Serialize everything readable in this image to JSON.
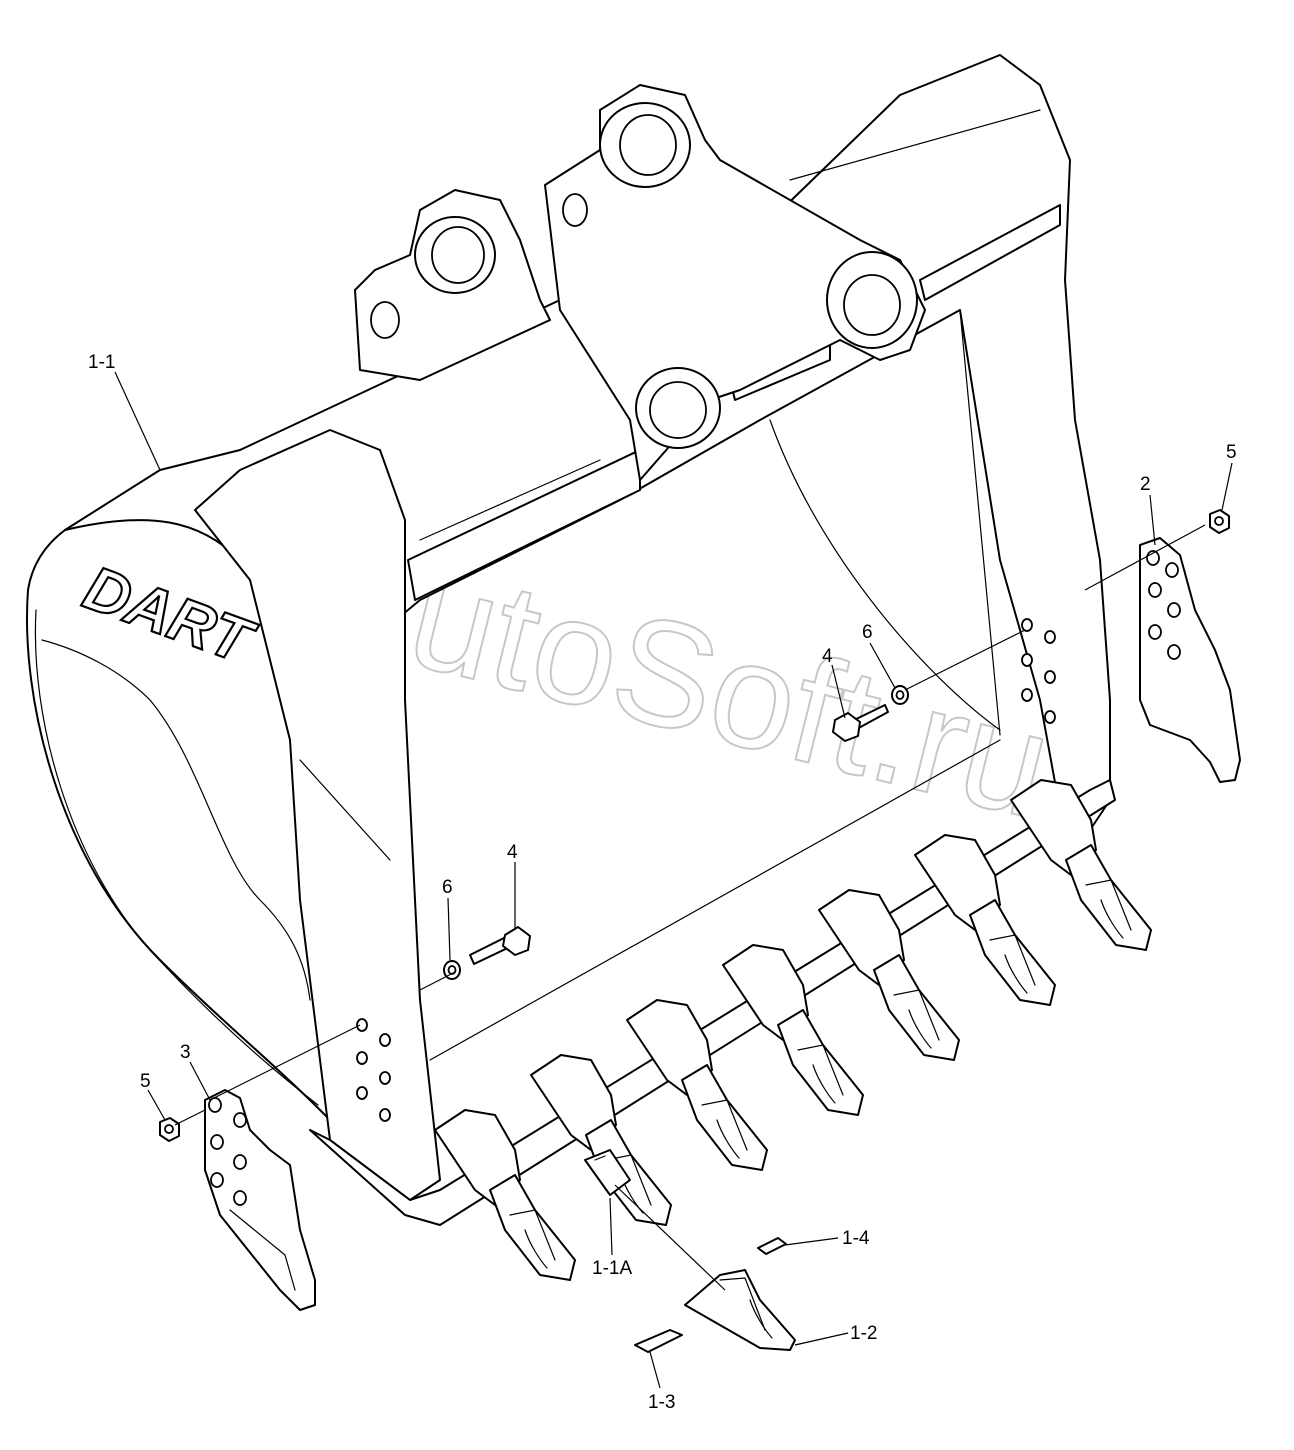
{
  "diagram": {
    "brand_logo": "DART",
    "watermark": "AutoSoft.ru",
    "callouts": [
      {
        "id": "c-1-1",
        "text": "1-1"
      },
      {
        "id": "c-2",
        "text": "2"
      },
      {
        "id": "c-5-right",
        "text": "5"
      },
      {
        "id": "c-4-right",
        "text": "4"
      },
      {
        "id": "c-6-right",
        "text": "6"
      },
      {
        "id": "c-4-left",
        "text": "4"
      },
      {
        "id": "c-6-left",
        "text": "6"
      },
      {
        "id": "c-3",
        "text": "3"
      },
      {
        "id": "c-5-left",
        "text": "5"
      },
      {
        "id": "c-1-1A",
        "text": "1-1A"
      },
      {
        "id": "c-1-4",
        "text": "1-4"
      },
      {
        "id": "c-1-2",
        "text": "1-2"
      },
      {
        "id": "c-1-3",
        "text": "1-3"
      }
    ]
  }
}
